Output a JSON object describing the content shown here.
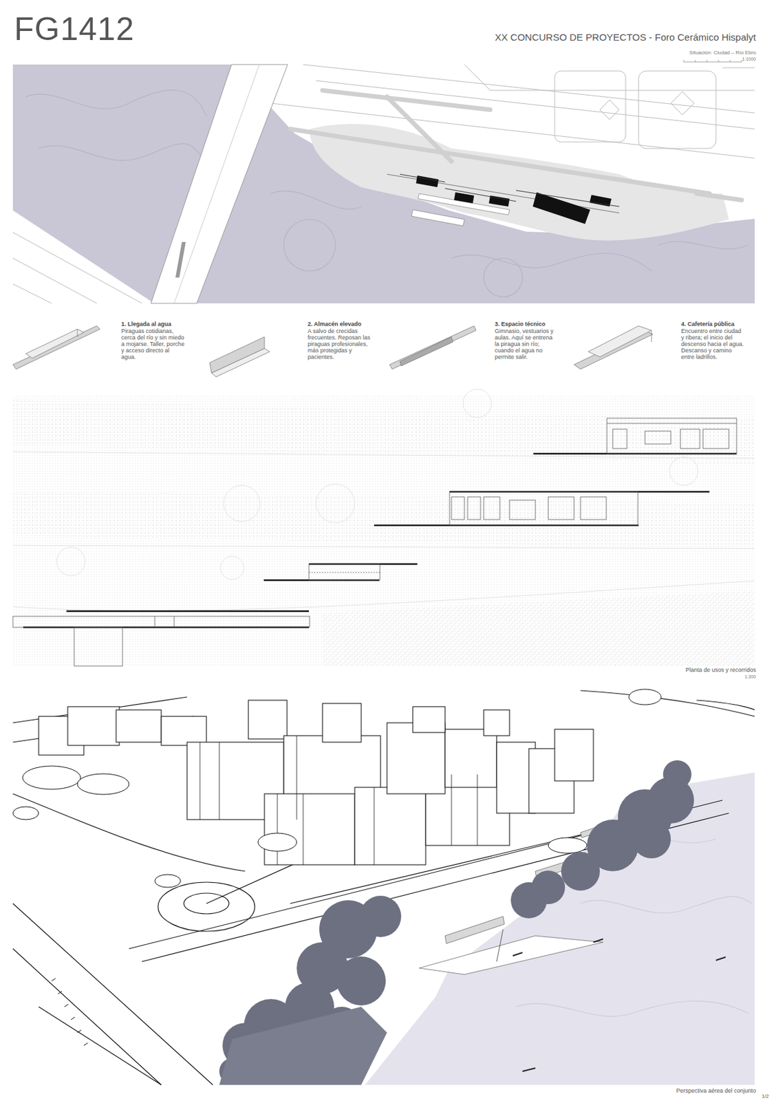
{
  "diagram": {
    "title": "FG1412",
    "labels": [
      "XX CONCURSO DE PROYECTOS - Foro Cerámico Hispalyt",
      "Situación: Ciudad – Río Ebro",
      "1:1000",
      "1. Llegada al agua",
      "Piraguas cotidianas, cerca del río y sin miedo a mojarse. Taller, porche y acceso directo al agua.",
      "2. Almacén elevado",
      "A salvo de crecidas frecuentes. Reposan las piraguas profesionales, más protegidas y pacientes.",
      "3. Espacio técnico",
      "Gimnasio, vestuarios y aulas. Aquí se entrena la piragua sin río; cuando el agua no permite salir.",
      "4. Cafetería pública",
      "Encuentro entre ciudad y ribera; el inicio del descenso hacia el agua. Descanso y camino entre ladrillos.",
      "Planta de usos y recorridos",
      "1:300",
      "Perspectiva aérea del conjunto",
      "1/2"
    ]
  }
}
